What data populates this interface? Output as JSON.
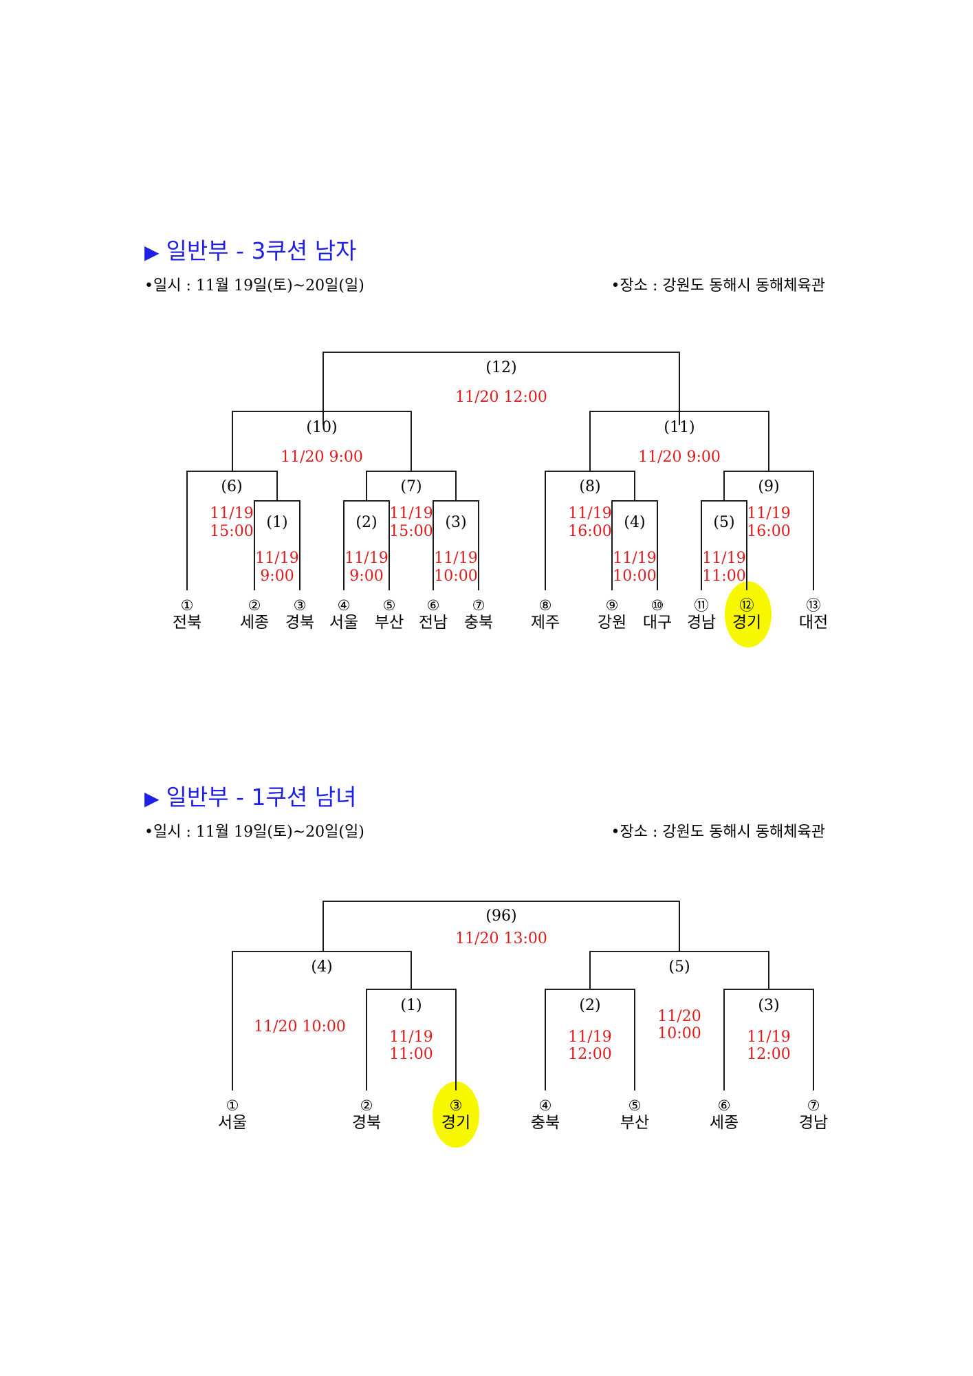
{
  "section1": {
    "title": "일반부 - 3쿠션 남자",
    "date_info": "•일시 : 11월 19일(토)~20일(일)",
    "venue_info": "•장소 : 강원도 동해시 동해체육관",
    "matches": {
      "m12": "(12)",
      "m12_time": "11/20 12:00",
      "m10": "(10)",
      "m10_time": "11/20 9:00",
      "m11": "(11)",
      "m11_time": "11/20 9:00",
      "m6": "(6)",
      "m6_time1": "11/19",
      "m6_time2": "15:00",
      "m1": "(1)",
      "m1_time1": "11/19",
      "m1_time2": "9:00",
      "m7": "(7)",
      "m7_time1": "11/19",
      "m7_time2": "15:00",
      "m2": "(2)",
      "m2_time1": "11/19",
      "m2_time2": "9:00",
      "m3": "(3)",
      "m3_time1": "11/19",
      "m3_time2": "10:00",
      "m8": "(8)",
      "m8_time1": "11/19",
      "m8_time2": "16:00",
      "m4": "(4)",
      "m4_time1": "11/19",
      "m4_time2": "10:00",
      "m9": "(9)",
      "m9_time1": "11/19",
      "m9_time2": "16:00",
      "m5": "(5)",
      "m5_time1": "11/19",
      "m5_time2": "11:00"
    },
    "teams": [
      {
        "seed": "①",
        "name": "전북"
      },
      {
        "seed": "②",
        "name": "세종"
      },
      {
        "seed": "③",
        "name": "경북"
      },
      {
        "seed": "④",
        "name": "서울"
      },
      {
        "seed": "⑤",
        "name": "부산"
      },
      {
        "seed": "⑥",
        "name": "전남"
      },
      {
        "seed": "⑦",
        "name": "충북"
      },
      {
        "seed": "⑧",
        "name": "제주"
      },
      {
        "seed": "⑨",
        "name": "강원"
      },
      {
        "seed": "⑩",
        "name": "대구"
      },
      {
        "seed": "⑪",
        "name": "경남"
      },
      {
        "seed": "⑫",
        "name": "경기",
        "highlight": true
      },
      {
        "seed": "⑬",
        "name": "대전"
      }
    ]
  },
  "section2": {
    "title": "일반부 - 1쿠션 남녀",
    "date_info": "•일시 : 11월 19일(토)~20일(일)",
    "venue_info": "•장소 : 강원도 동해시 동해체육관",
    "matches": {
      "m96": "(96)",
      "m96_time": "11/20 13:00",
      "m4": "(4)",
      "m4_time": "11/20 10:00",
      "m5": "(5)",
      "m5_time1": "11/20",
      "m5_time2": "10:00",
      "m1": "(1)",
      "m1_time1": "11/19",
      "m1_time2": "11:00",
      "m2": "(2)",
      "m2_time1": "11/19",
      "m2_time2": "12:00",
      "m3": "(3)",
      "m3_time1": "11/19",
      "m3_time2": "12:00"
    },
    "teams": [
      {
        "seed": "①",
        "name": "서울"
      },
      {
        "seed": "②",
        "name": "경북"
      },
      {
        "seed": "③",
        "name": "경기",
        "highlight": true
      },
      {
        "seed": "④",
        "name": "충북"
      },
      {
        "seed": "⑤",
        "name": "부산"
      },
      {
        "seed": "⑥",
        "name": "세종"
      },
      {
        "seed": "⑦",
        "name": "경남"
      }
    ]
  },
  "colors": {
    "title": "#1f1fe6",
    "time": "#e01a1a",
    "highlight": "#f7f700"
  }
}
